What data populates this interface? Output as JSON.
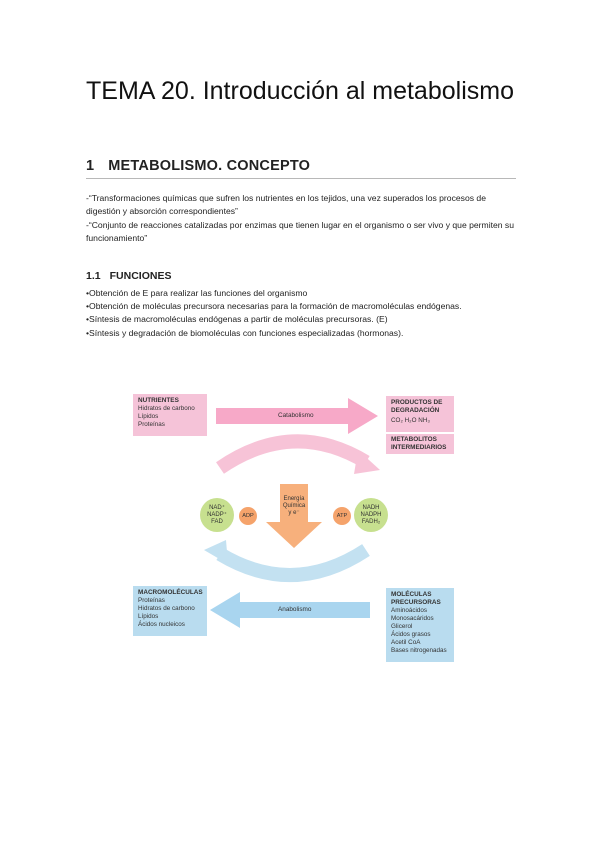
{
  "document": {
    "title": "TEMA 20. Introducción al metabolismo",
    "section1": {
      "number": "1",
      "heading": "METABOLISMO. CONCEPTO",
      "paragraphs": [
        "-“Transformaciones químicas que sufren los nutrientes en los tejidos, una vez superados los procesos de digestión y absorción correspondientes”",
        "-“Conjunto de reacciones catalizadas por enzimas que tienen lugar en el organismo o ser vivo y que permiten su funcionamiento”"
      ]
    },
    "section11": {
      "number": "1.1",
      "heading": "FUNCIONES",
      "bullets": [
        "Obtención de E para realizar las funciones del organismo",
        "Obtención de moléculas precursora necesarias para la formación de macromoléculas endógenas.",
        "Síntesis de macromoléculas endógenas a partir de moléculas precursoras. (E)",
        "Síntesis y degradación de biomoléculas con funciones especializadas (hormonas)."
      ]
    }
  },
  "diagram": {
    "nutrientes": {
      "title": "NUTRIENTES",
      "items": [
        "Hidratos de carbono",
        "Lípidos",
        "Proteínas"
      ]
    },
    "catabolismo": "Catabolismo",
    "productos": {
      "title1": "PRODUCTOS DE",
      "title2": "DEGRADACIÓN",
      "formula": "CO₂   H₂O   NH₃"
    },
    "metabolitos": {
      "line1": "METABOLITOS",
      "line2": "INTERMEDIARIOS"
    },
    "left_circle": [
      "NAD⁺",
      "NADP⁺",
      "FAD"
    ],
    "adp": "ADP",
    "energy": [
      "Energía",
      "Química",
      "y e⁻"
    ],
    "atp": "ATP",
    "right_circle": [
      "NADH",
      "NADPH",
      "FADH₂"
    ],
    "macromoleculas": {
      "title": "MACROMOLÉCULAS",
      "items": [
        "Proteínas",
        "Hidratos de carbono",
        "Lípidos",
        "Ácidos nucleicos"
      ]
    },
    "anabolismo": "Anabolismo",
    "precursoras": {
      "title1": "MOLÉCULAS",
      "title2": "PRECURSORAS",
      "items": [
        "Aminoácidos",
        "Monosacáridos",
        "Glicerol",
        "Ácidos grasos",
        "Acetil CoA",
        "Bases nitrogenadas"
      ]
    },
    "colors": {
      "pink": "#f5c3d8",
      "pink_arrow": "#f7a9c8",
      "blue": "#b9dcef",
      "blue_arrow": "#a9d5ef",
      "green": "#c7e08f",
      "orange": "#f5a36b"
    }
  }
}
